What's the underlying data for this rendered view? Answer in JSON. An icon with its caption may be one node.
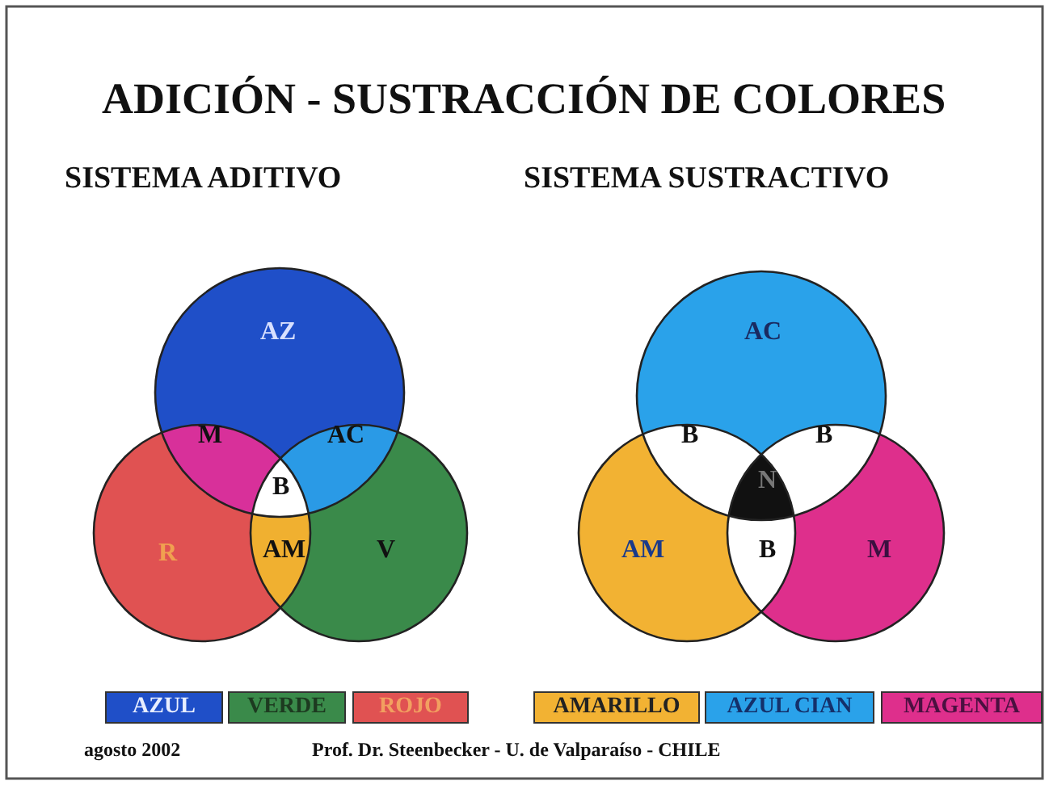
{
  "diagram": {
    "title": "ADICIÓN - SUSTRACCIÓN DE  COLORES",
    "labels": [
      "SISTEMA ADITIVO",
      "SISTEMA SUSTRACTIVO",
      "AZ",
      "M",
      "AC",
      "B",
      "R",
      "AM",
      "V",
      "AC",
      "B",
      "B",
      "N",
      "AM",
      "B",
      "M",
      "agosto 2002",
      "Prof. Dr. Steenbecker  -  U. de Valparaíso  -  CHILE"
    ],
    "legend": [
      {
        "text": "AZUL",
        "color": "#1f4fc8"
      },
      {
        "text": "VERDE",
        "color": "#3a8a4a"
      },
      {
        "text": "ROJO",
        "color": "#e05252"
      },
      {
        "text": "AMARILLO",
        "color": "#f2b233"
      },
      {
        "text": "AZUL CIAN",
        "color": "#2aa2ea"
      },
      {
        "text": "MAGENTA",
        "color": "#de2f8c"
      }
    ]
  }
}
